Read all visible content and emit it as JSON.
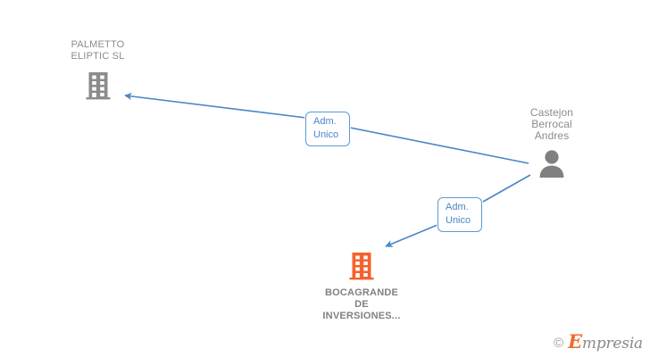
{
  "graph": {
    "background_color": "#ffffff",
    "edge_color": "#4a86c8",
    "nodes": [
      {
        "id": "palmetto",
        "type": "company",
        "label": "PALMETTO\nELIPTIC  SL",
        "icon": "building-icon",
        "icon_color": "#8c8c8c",
        "bold": false
      },
      {
        "id": "bocagrande",
        "type": "company",
        "label": "BOCAGRANDE\nDE\nINVERSIONES...",
        "icon": "building-icon",
        "icon_color": "#f4622d",
        "bold": true
      },
      {
        "id": "castejon",
        "type": "person",
        "label": "Castejon\nBerrocal\nAndres",
        "icon": "person-icon",
        "icon_color": "#808080",
        "bold": false
      }
    ],
    "edges": [
      {
        "id": "edge-castejon-palmetto",
        "from": "castejon",
        "to": "palmetto",
        "label": "Adm.\nUnico"
      },
      {
        "id": "edge-castejon-bocagrande",
        "from": "castejon",
        "to": "bocagrande",
        "label": "Adm.\nUnico"
      }
    ]
  },
  "watermark": {
    "copyright": "©",
    "brand_initial": "E",
    "brand_rest": "mpresia",
    "brand_color": "#ef6c2a"
  }
}
